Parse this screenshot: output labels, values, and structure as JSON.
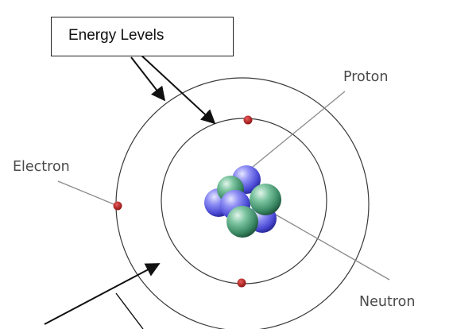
{
  "labels": {
    "energy_levels": "Energy Levels",
    "proton": "Proton",
    "electron": "Electron",
    "neutron": "Neutron"
  },
  "colors": {
    "orbit": "#3a3a3a",
    "electron": "#b01818",
    "proton": "#5a5ae0",
    "neutron": "#3f9a6e",
    "pointer": "#8a8a8a",
    "arrow": "#111111"
  }
}
